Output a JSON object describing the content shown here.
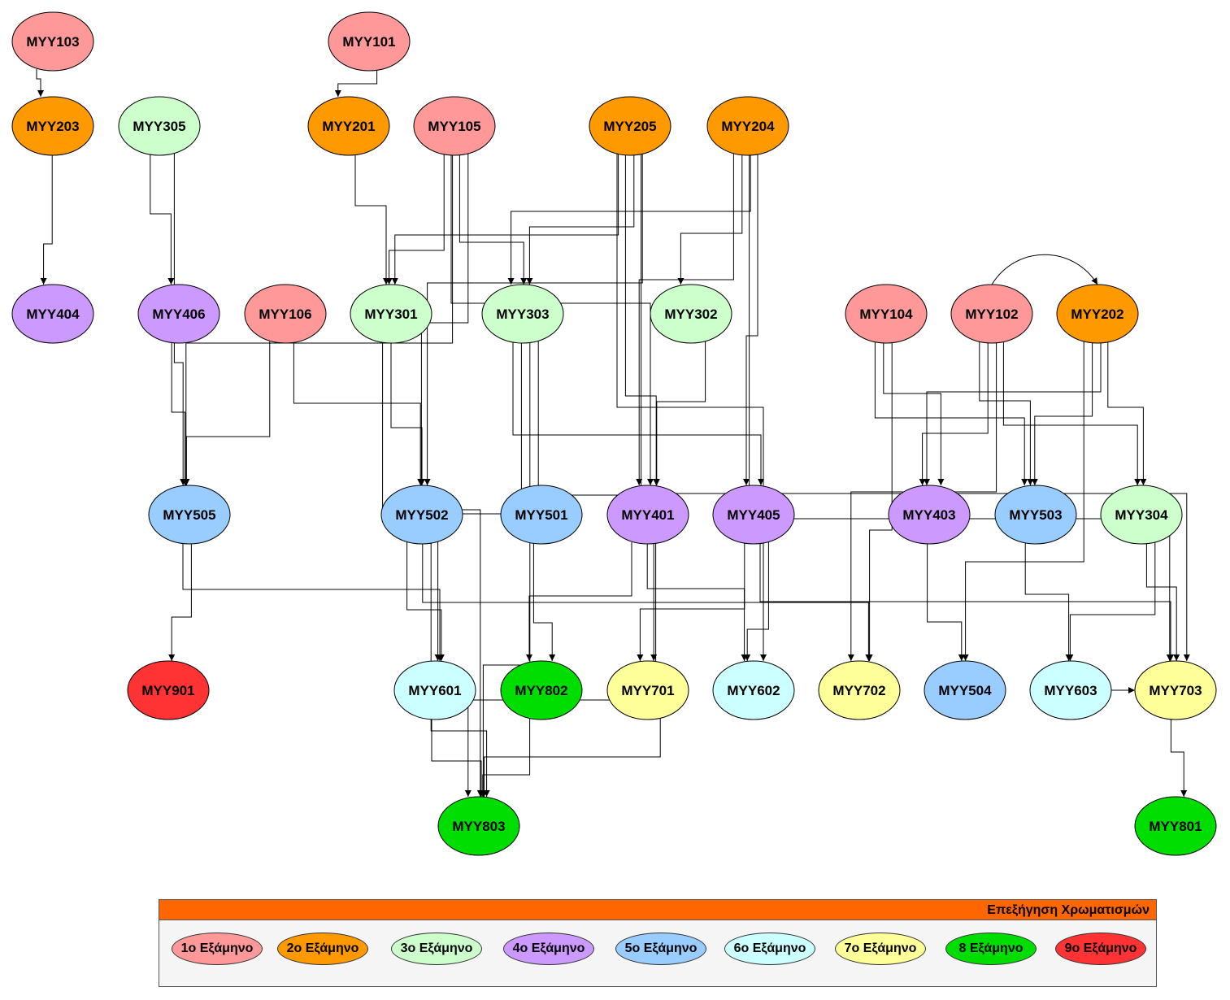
{
  "colors": {
    "sem1": "#ff9999",
    "sem2": "#ff9900",
    "sem3": "#ccffcc",
    "sem4": "#cc99ff",
    "sem5": "#99ccff",
    "sem6": "#ccffff",
    "sem7": "#ffff99",
    "sem8": "#00dd00",
    "sem9": "#ff3333",
    "legend_header": "#ff6600"
  },
  "nodes": [
    {
      "id": "MYY103",
      "label": "MYY103",
      "sem": "sem1"
    },
    {
      "id": "MYY101",
      "label": "MYY101",
      "sem": "sem1"
    },
    {
      "id": "MYY203",
      "label": "MYY203",
      "sem": "sem2"
    },
    {
      "id": "MYY305",
      "label": "MYY305",
      "sem": "sem3"
    },
    {
      "id": "MYY201",
      "label": "MYY201",
      "sem": "sem2"
    },
    {
      "id": "MYY105",
      "label": "MYY105",
      "sem": "sem1"
    },
    {
      "id": "MYY205",
      "label": "MYY205",
      "sem": "sem2"
    },
    {
      "id": "MYY204",
      "label": "MYY204",
      "sem": "sem2"
    },
    {
      "id": "MYY404",
      "label": "MYY404",
      "sem": "sem4"
    },
    {
      "id": "MYY406",
      "label": "MYY406",
      "sem": "sem4"
    },
    {
      "id": "MYY106",
      "label": "MYY106",
      "sem": "sem1"
    },
    {
      "id": "MYY301",
      "label": "MYY301",
      "sem": "sem3"
    },
    {
      "id": "MYY303",
      "label": "MYY303",
      "sem": "sem3"
    },
    {
      "id": "MYY302",
      "label": "MYY302",
      "sem": "sem3"
    },
    {
      "id": "MYY104",
      "label": "MYY104",
      "sem": "sem1"
    },
    {
      "id": "MYY102",
      "label": "MYY102",
      "sem": "sem1"
    },
    {
      "id": "MYY202",
      "label": "MYY202",
      "sem": "sem2"
    },
    {
      "id": "MYY505",
      "label": "MYY505",
      "sem": "sem5"
    },
    {
      "id": "MYY502",
      "label": "MYY502",
      "sem": "sem5"
    },
    {
      "id": "MYY501",
      "label": "MYY501",
      "sem": "sem5"
    },
    {
      "id": "MYY401",
      "label": "MYY401",
      "sem": "sem4"
    },
    {
      "id": "MYY405",
      "label": "MYY405",
      "sem": "sem4"
    },
    {
      "id": "MYY403",
      "label": "MYY403",
      "sem": "sem4"
    },
    {
      "id": "MYY503",
      "label": "MYY503",
      "sem": "sem5"
    },
    {
      "id": "MYY304",
      "label": "MYY304",
      "sem": "sem3"
    },
    {
      "id": "MYY901",
      "label": "MYY901",
      "sem": "sem9"
    },
    {
      "id": "MYY601",
      "label": "MYY601",
      "sem": "sem6"
    },
    {
      "id": "MYY802",
      "label": "MYY802",
      "sem": "sem8"
    },
    {
      "id": "MYY701",
      "label": "MYY701",
      "sem": "sem7"
    },
    {
      "id": "MYY602",
      "label": "MYY602",
      "sem": "sem6"
    },
    {
      "id": "MYY702",
      "label": "MYY702",
      "sem": "sem7"
    },
    {
      "id": "MYY504",
      "label": "MYY504",
      "sem": "sem5"
    },
    {
      "id": "MYY603",
      "label": "MYY603",
      "sem": "sem6"
    },
    {
      "id": "MYY703",
      "label": "MYY703",
      "sem": "sem7"
    },
    {
      "id": "MYY803",
      "label": "MYY803",
      "sem": "sem8"
    },
    {
      "id": "MYY801",
      "label": "MYY801",
      "sem": "sem8"
    }
  ],
  "edges": [
    {
      "from": "MYY103",
      "to": "MYY203"
    },
    {
      "from": "MYY101",
      "to": "MYY201"
    },
    {
      "from": "MYY203",
      "to": "MYY404"
    },
    {
      "from": "MYY305",
      "to": "MYY406"
    },
    {
      "from": "MYY305",
      "to": "MYY505"
    },
    {
      "from": "MYY201",
      "to": "MYY301"
    },
    {
      "from": "MYY105",
      "to": "MYY505"
    },
    {
      "from": "MYY105",
      "to": "MYY301"
    },
    {
      "from": "MYY105",
      "to": "MYY502"
    },
    {
      "from": "MYY105",
      "to": "MYY303"
    },
    {
      "from": "MYY105",
      "to": "MYY401"
    },
    {
      "from": "MYY205",
      "to": "MYY301"
    },
    {
      "from": "MYY205",
      "to": "MYY502"
    },
    {
      "from": "MYY205",
      "to": "MYY303"
    },
    {
      "from": "MYY205",
      "to": "MYY401"
    },
    {
      "from": "MYY205",
      "to": "MYY602"
    },
    {
      "from": "MYY205",
      "to": "MYY703"
    },
    {
      "from": "MYY204",
      "to": "MYY303"
    },
    {
      "from": "MYY204",
      "to": "MYY302"
    },
    {
      "from": "MYY204",
      "to": "MYY401"
    },
    {
      "from": "MYY204",
      "to": "MYY405"
    },
    {
      "from": "MYY204",
      "to": "MYY703"
    },
    {
      "from": "MYY406",
      "to": "MYY505"
    },
    {
      "from": "MYY106",
      "to": "MYY505"
    },
    {
      "from": "MYY106",
      "to": "MYY502"
    },
    {
      "from": "MYY301",
      "to": "MYY502"
    },
    {
      "from": "MYY301",
      "to": "MYY803"
    },
    {
      "from": "MYY303",
      "to": "MYY601"
    },
    {
      "from": "MYY303",
      "to": "MYY803"
    },
    {
      "from": "MYY303",
      "to": "MYY701"
    },
    {
      "from": "MYY303",
      "to": "MYY405"
    },
    {
      "from": "MYY302",
      "to": "MYY401"
    },
    {
      "from": "MYY104",
      "to": "MYY702"
    },
    {
      "from": "MYY104",
      "to": "MYY403"
    },
    {
      "from": "MYY104",
      "to": "MYY503"
    },
    {
      "from": "MYY102",
      "to": "MYY202"
    },
    {
      "from": "MYY102",
      "to": "MYY702"
    },
    {
      "from": "MYY102",
      "to": "MYY403"
    },
    {
      "from": "MYY102",
      "to": "MYY503"
    },
    {
      "from": "MYY102",
      "to": "MYY304"
    },
    {
      "from": "MYY202",
      "to": "MYY403"
    },
    {
      "from": "MYY202",
      "to": "MYY503"
    },
    {
      "from": "MYY202",
      "to": "MYY504"
    },
    {
      "from": "MYY202",
      "to": "MYY304"
    },
    {
      "from": "MYY505",
      "to": "MYY901"
    },
    {
      "from": "MYY505",
      "to": "MYY601"
    },
    {
      "from": "MYY502",
      "to": "MYY601"
    },
    {
      "from": "MYY502",
      "to": "MYY803"
    },
    {
      "from": "MYY502",
      "to": "MYY702"
    },
    {
      "from": "MYY501",
      "to": "MYY802"
    },
    {
      "from": "MYY401",
      "to": "MYY802"
    },
    {
      "from": "MYY401",
      "to": "MYY803"
    },
    {
      "from": "MYY401",
      "to": "MYY602"
    },
    {
      "from": "MYY405",
      "to": "MYY701"
    },
    {
      "from": "MYY405",
      "to": "MYY602"
    },
    {
      "from": "MYY405",
      "to": "MYY703"
    },
    {
      "from": "MYY403",
      "to": "MYY504"
    },
    {
      "from": "MYY503",
      "to": "MYY603"
    },
    {
      "from": "MYY304",
      "to": "MYY603"
    },
    {
      "from": "MYY304",
      "to": "MYY703"
    },
    {
      "from": "MYY601",
      "to": "MYY803"
    },
    {
      "from": "MYY802",
      "to": "MYY803"
    },
    {
      "from": "MYY701",
      "to": "MYY803"
    },
    {
      "from": "MYY603",
      "to": "MYY703"
    },
    {
      "from": "MYY703",
      "to": "MYY801"
    }
  ],
  "legend": {
    "title": "Επεξήγηση Χρωματισμών",
    "items": [
      {
        "label": "1ο Εξάμηνο",
        "sem": "sem1"
      },
      {
        "label": "2ο Εξάμηνο",
        "sem": "sem2"
      },
      {
        "label": "3ο Εξάμηνο",
        "sem": "sem3"
      },
      {
        "label": "4ο Εξάμηνο",
        "sem": "sem4"
      },
      {
        "label": "5ο Εξάμηνο",
        "sem": "sem5"
      },
      {
        "label": "6ο Εξάμηνο",
        "sem": "sem6"
      },
      {
        "label": "7ο Εξάμηνο",
        "sem": "sem7"
      },
      {
        "label": "8 Εξάμηνο",
        "sem": "sem8"
      },
      {
        "label": "9ο Εξάμηνο",
        "sem": "sem9"
      }
    ]
  }
}
